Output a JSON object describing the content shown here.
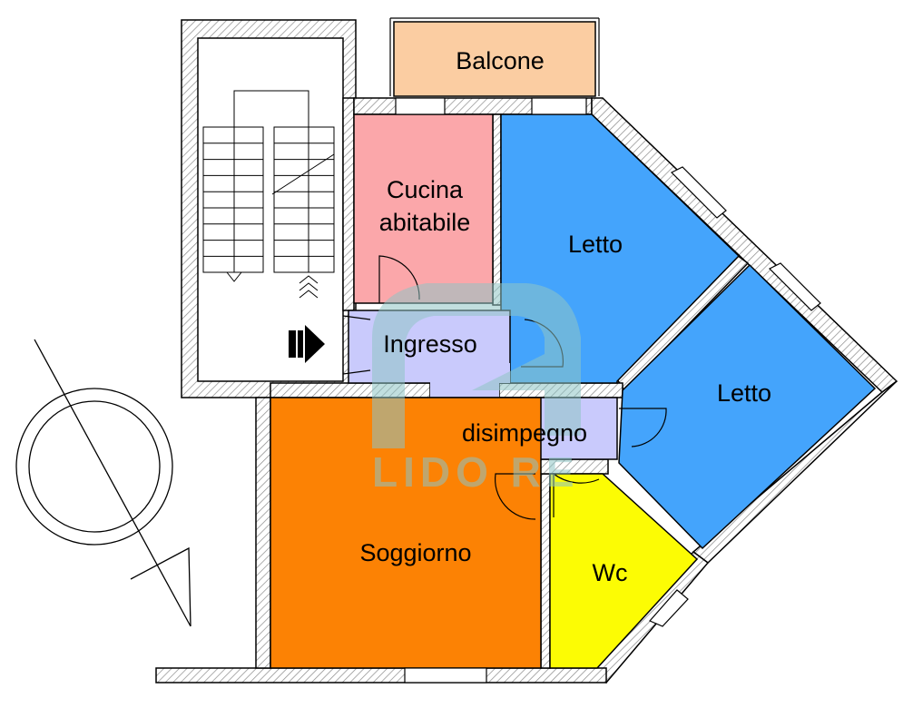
{
  "colors": {
    "balcone": "#FBCDA2",
    "cucina": "#FBA7AA",
    "letto": "#44A4FC",
    "ingresso": "#C9CAFC",
    "disimpegno": "#C9CAFC",
    "soggiorno": "#FC8204",
    "wc": "#FCFC04",
    "wall_hatch": "#909090",
    "watermark": "#8FC5C5"
  },
  "rooms": {
    "balcone": "Balcone",
    "cucina_line1": "Cucina",
    "cucina_line2": "abitabile",
    "letto_1": "Letto",
    "letto_2": "Letto",
    "ingresso": "Ingresso",
    "disimpegno": "disimpegno",
    "soggiorno": "Soggiorno",
    "wc": "Wc"
  },
  "watermark": {
    "logo_text": "LIDO RE"
  },
  "icons": {
    "entrance": "entrance-arrow-icon",
    "compass": "north-compass-icon",
    "stairs": "staircase-icon"
  }
}
